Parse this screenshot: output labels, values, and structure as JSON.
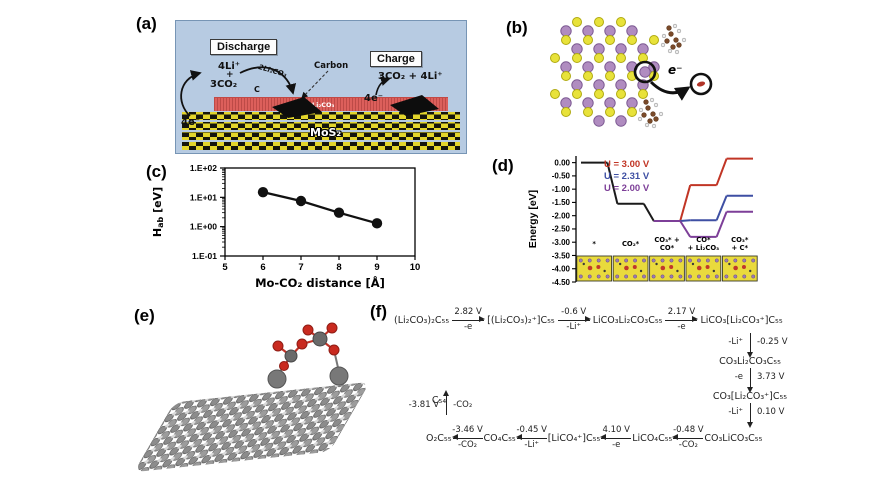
{
  "labels": {
    "a": "(a)",
    "b": "(b)",
    "c": "(c)",
    "d": "(d)",
    "e": "(e)",
    "f": "(f)"
  },
  "panel_a": {
    "discharge_label": "Discharge",
    "charge_label": "Charge",
    "left_reaction_line1": "4Li⁺",
    "left_reaction_line2": "+",
    "left_reaction_line3": "3CO₂",
    "electrons_left": "4e⁻",
    "product_label": "2Li₂CO₃",
    "carbon_c": "C",
    "carbon_callout": "Carbon",
    "right_reaction": "3CO₂ + 4Li⁺",
    "electrons_right": "4e⁻",
    "film_label": "Li₂CO₃",
    "electrode_label": "MoS₂"
  },
  "panel_b": {
    "electron_label": "e⁻"
  },
  "chart_data": [
    {
      "id": "panel_c",
      "type": "scatter",
      "title": "",
      "xlabel": "Mo-CO₂ distance [Å]",
      "ylabel": "Hab [eV]",
      "ylabel_parts": {
        "main": "H",
        "sub": "ab",
        "rest": " [eV]"
      },
      "x": [
        6,
        7,
        8,
        9
      ],
      "y": [
        15,
        7.5,
        3,
        1.3
      ],
      "xlim": [
        5,
        10
      ],
      "x_ticks": [
        5,
        6,
        7,
        8,
        9,
        10
      ],
      "ylog": true,
      "ylim": [
        0.1,
        100
      ],
      "y_ticks": [
        {
          "v": 0.1,
          "label": "1.E-01"
        },
        {
          "v": 1,
          "label": "1.E+00"
        },
        {
          "v": 10,
          "label": "1.E+01"
        },
        {
          "v": 100,
          "label": "1.E+02"
        }
      ],
      "grid": false,
      "legend_position": "none"
    },
    {
      "id": "panel_d",
      "type": "line",
      "title": "",
      "xlabel": "",
      "ylabel": "Energy [eV]",
      "categories": [
        [
          "*"
        ],
        [
          "CO₂*"
        ],
        [
          "CO₃* +",
          "CO*"
        ],
        [
          "CO*",
          "+ Li₂CO₃"
        ],
        [
          "CO₃*",
          "+ C*"
        ]
      ],
      "series": [
        {
          "name": "reaction path",
          "color": "#1a1a1a",
          "values": [
            0.0,
            -1.55,
            -2.2,
            null,
            null
          ]
        },
        {
          "name": "U = 3.00 V",
          "color": "#c13525",
          "values": [
            null,
            null,
            -2.2,
            -0.85,
            0.15
          ]
        },
        {
          "name": "U = 2.31 V",
          "color": "#3e4fa3",
          "values": [
            null,
            null,
            -2.2,
            -2.17,
            -1.25
          ]
        },
        {
          "name": "U = 2.00 V",
          "color": "#7d3f98",
          "values": [
            null,
            null,
            -2.2,
            -2.8,
            -1.85
          ]
        }
      ],
      "legend": [
        {
          "label": "U = 3.00 V",
          "color": "#c13525"
        },
        {
          "label": "U = 2.31 V",
          "color": "#3e4fa3"
        },
        {
          "label": "U = 2.00 V",
          "color": "#7d3f98"
        }
      ],
      "ylim": [
        0.25,
        -4.5
      ],
      "y_ticks": [
        {
          "v": 0,
          "label": "0.00"
        },
        {
          "v": -0.5,
          "label": "-0.50"
        },
        {
          "v": -1,
          "label": "-1.00"
        },
        {
          "v": -1.5,
          "label": "-1.50"
        },
        {
          "v": -2,
          "label": "-2.00"
        },
        {
          "v": -2.5,
          "label": "-2.50"
        },
        {
          "v": -3,
          "label": "-3.00"
        },
        {
          "v": -3.5,
          "label": "-3.50"
        },
        {
          "v": -4,
          "label": "-4.00"
        },
        {
          "v": -4.5,
          "label": "-4.50"
        }
      ],
      "grid": false,
      "legend_position": "top-center"
    }
  ],
  "panel_f": {
    "s1": "(Li₂CO₃)₂C₅₅",
    "a1_top": "2.82 V",
    "a1_bot": "-e",
    "s2": "[(Li₂CO₃)₂⁺]C₅₅",
    "a2_top": "-0.6 V",
    "a2_bot": "-Li⁺",
    "s3": "LiCO₃Li₂CO₃C₅₅",
    "a3_top": "2.17 V",
    "a3_bot": "-e",
    "s4": "LiCO₃[Li₂CO₃⁺]C₅₅",
    "a4_left": "-Li⁺",
    "a4_right": "-0.25 V",
    "s5": "CO₃Li₂CO₃C₅₅",
    "a5_left": "-e",
    "a5_right": "3.73 V",
    "s6": "CO₃[Li₂CO₃⁺]C₅₅",
    "a6_left": "-Li⁺",
    "a6_right": "0.10 V",
    "s7": "CO₃LiCO₃C₅₅",
    "a7_top": "-0.48 V",
    "a7_bot": "-CO₂",
    "s8": "LiCO₄C₅₅",
    "a8_top": "4.10 V",
    "a8_bot": "-e",
    "s9": "[LiCO₄⁺]C₅₅",
    "a9_top": "-0.45 V",
    "a9_bot": "-Li⁺",
    "s10": "CO₄C₅₅",
    "a10_top": "-3.46 V",
    "a10_bot": "-CO₂",
    "s11": "O₂C₅₅",
    "a11_left": "-3.81 V",
    "a11_right": "-CO₂",
    "s12": "C₅₄"
  }
}
